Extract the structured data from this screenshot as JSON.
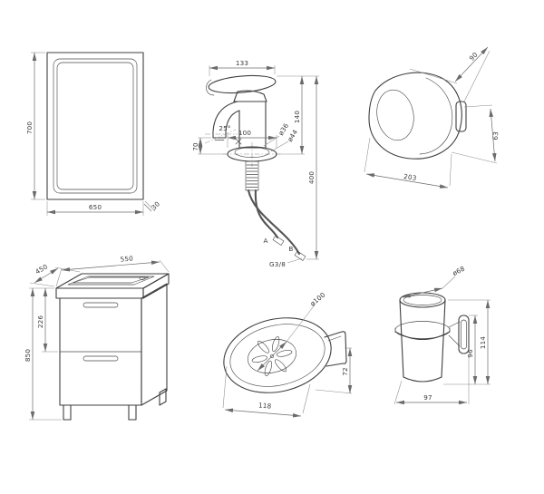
{
  "sheet": {
    "background": "#ffffff"
  },
  "drawings": {
    "mirror": {
      "height": "700",
      "width": "650",
      "depth": "30"
    },
    "faucet": {
      "spout_reach": "133",
      "body_height": "140",
      "angle": "25°",
      "base_width": "100",
      "outlet_height": "70",
      "dia_small": "ø36",
      "dia_large": "ø44",
      "overall_height": "400",
      "thread": "G3/8",
      "hose_a": "A",
      "hose_b": "B"
    },
    "wall_holder": {
      "depth": "90",
      "height": "63",
      "width": "203"
    },
    "vanity": {
      "depth": "450",
      "width": "550",
      "top_height": "226",
      "height": "850"
    },
    "soap_dish": {
      "diameter": "ø100",
      "width": "118",
      "height": "72"
    },
    "tumbler": {
      "diameter": "ø68",
      "height": "114",
      "cup_height": "96",
      "width": "97"
    }
  }
}
